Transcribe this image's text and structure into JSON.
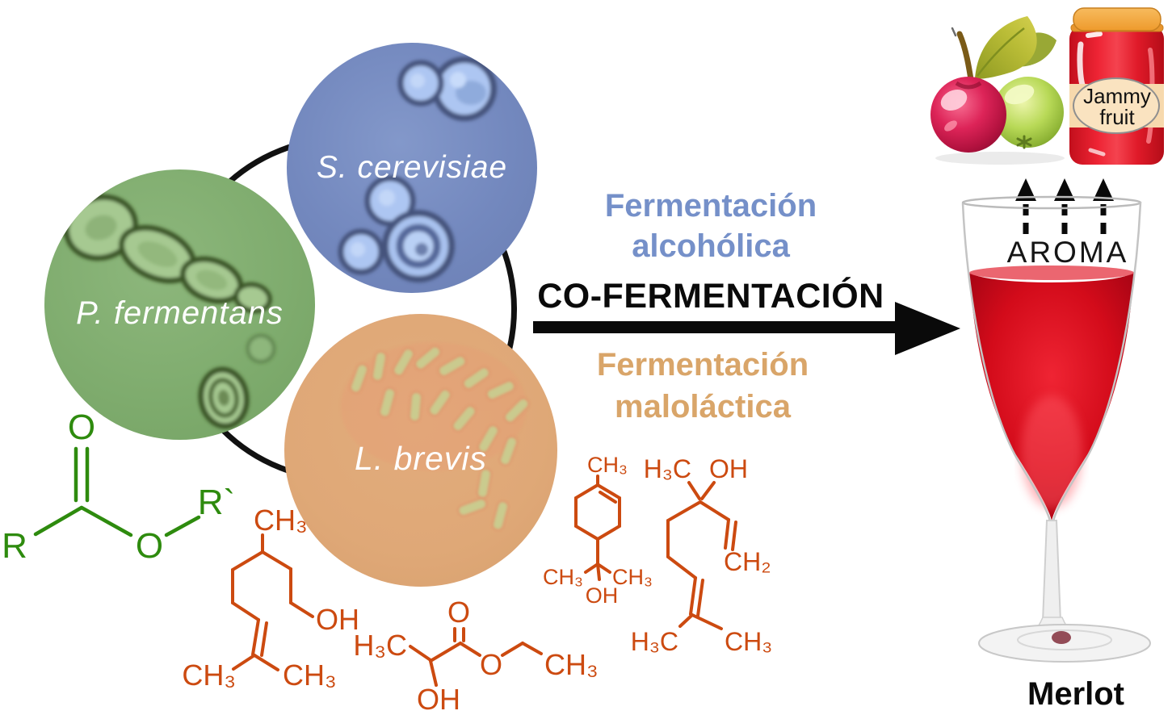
{
  "center": {
    "alcoholic_line1": "Fermentación",
    "alcoholic_line2": "alcohólica",
    "cofermentation": "CO-FERMENTACIÓN",
    "malolactic_line1": "Fermentación",
    "malolactic_line2": "maloláctica"
  },
  "organisms": {
    "yeast_blue": "S. cerevisiae",
    "yeast_green": "P. fermentans",
    "bacterium_orange": "L. brevis"
  },
  "wine": {
    "aroma": "AROMA",
    "variety": "Merlot"
  },
  "jam_jar": {
    "line1": "Jammy",
    "line2": "fruit"
  },
  "molecules": {
    "generic_ester": {
      "o_carbonyl": "O",
      "r_group": "R",
      "o_ester": "O",
      "r_prime_group": "R`"
    },
    "citronellol": {
      "ch3_top": "CH₃",
      "oh": "OH",
      "ch3_left": "CH₃",
      "ch3_right": "CH₃"
    },
    "ethyl_lactate": {
      "h3c": "H₃C",
      "o_carbonyl": "O",
      "o_ester": "O",
      "oh": "OH",
      "ch3": "CH₃"
    },
    "alpha_terpineol": {
      "ch3_top": "CH₃",
      "ch3_left": "CH₃",
      "oh": "OH",
      "ch3_right": "CH₃"
    },
    "linalool": {
      "h3c_top": "H₃C",
      "oh": "OH",
      "ch2": "CH₂",
      "h3c_bottom": "H₃C",
      "ch3_bottom": "CH₃"
    }
  },
  "colors": {
    "alcoholic_text": "#7590c9",
    "malolactic_text": "#d9a569",
    "cofermentation_text": "#0a0a0a",
    "yeast_circle_fill": "#7388be",
    "pichia_circle_fill": "#7fac6e",
    "brevis_circle_fill": "#dfa877",
    "ester_green": "#2e8b0e",
    "terpene_orange": "#cc4a10",
    "wine_red": "#d30b1a",
    "jar_red": "#dd1424",
    "lid_orange": "#f2a43e",
    "label_peach": "#f7d9ad"
  }
}
